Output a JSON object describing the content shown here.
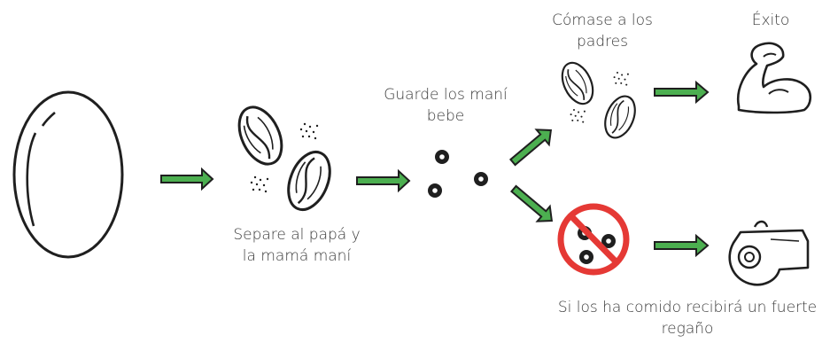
{
  "labels": {
    "separate": [
      "Separe al papá y",
      "la mamá maní"
    ],
    "keep": [
      "Guarde los maní",
      "bebe"
    ],
    "eat": [
      "Cómase a los",
      "padres"
    ],
    "success": [
      "Éxito"
    ],
    "scold": [
      "Si los ha comido recibirá un fuerte",
      "regaño"
    ]
  },
  "icons": [
    "peanut-shell-icon",
    "peanut-halves-icon",
    "baby-peanuts-icon",
    "peanut-halves-small-icon",
    "flexed-arm-icon",
    "prohibited-peanuts-icon",
    "whistle-icon"
  ],
  "colors": {
    "arrow_fill": "#4caf50",
    "arrow_outline": "#1f1f1f",
    "prohibit_red": "#e53935",
    "stroke": "#1f1f1f",
    "text": "#3a3a3a"
  }
}
